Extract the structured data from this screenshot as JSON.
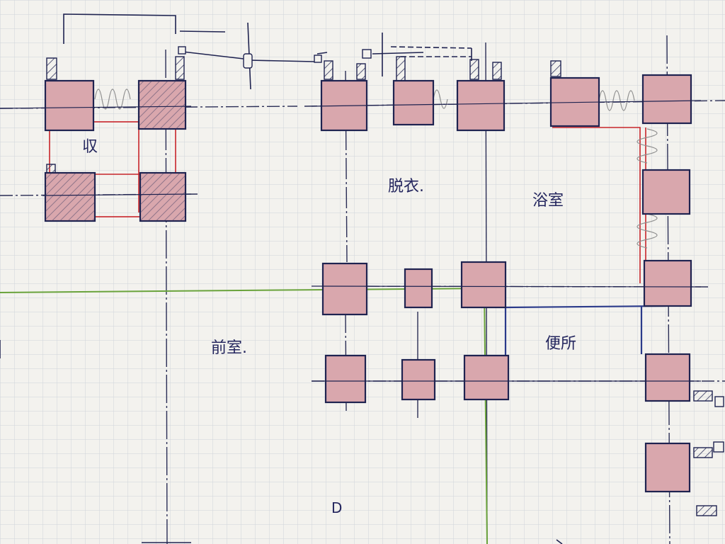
{
  "labels": {
    "storage": "収",
    "dressing": "脱衣.",
    "bath": "浴室",
    "toilet": "便所",
    "front_room": "前室.",
    "mark_d": "D"
  },
  "colors": {
    "paper": "#f3f2ee",
    "grid": "#cfd4da",
    "ink": "#1f2350",
    "column_fill": "#d9a7ad",
    "red_line": "#c8242a",
    "green_line": "#6aa33c",
    "hatch": "#30335c"
  }
}
